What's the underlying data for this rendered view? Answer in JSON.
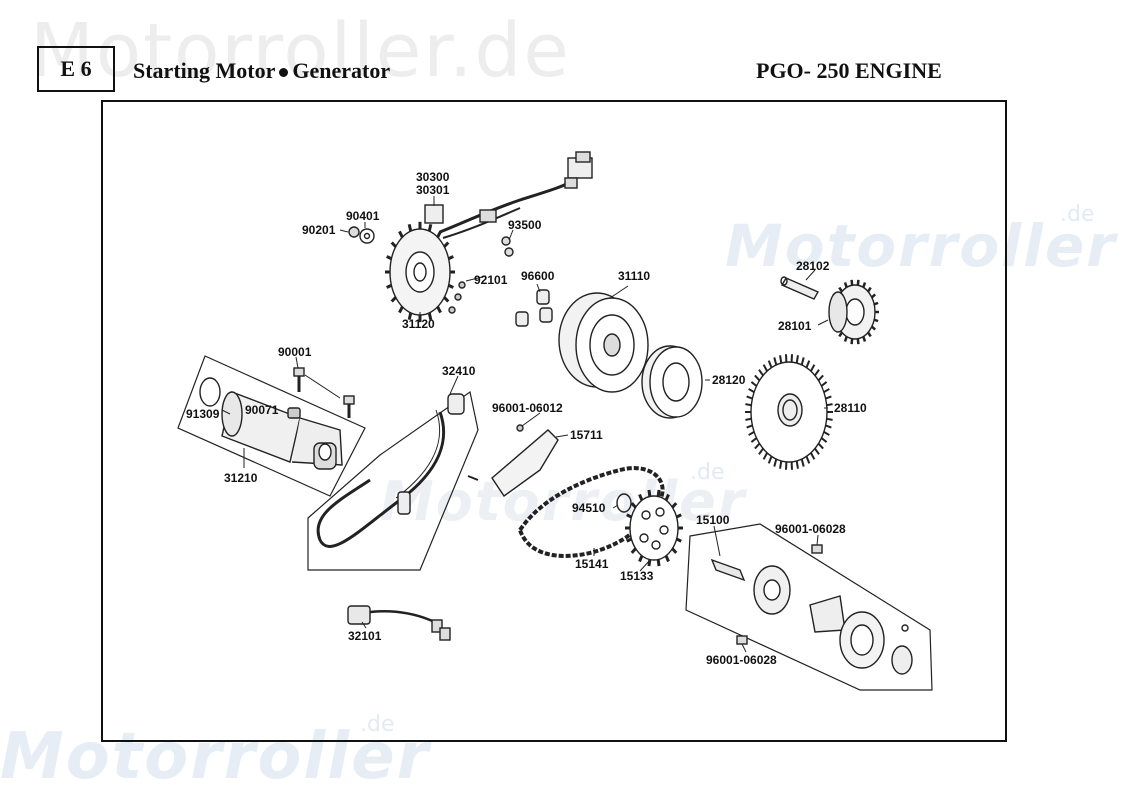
{
  "header": {
    "section_code": "E 6",
    "title_part1": "Starting Motor",
    "title_part2": "Generator",
    "engine": "PGO- 250 ENGINE"
  },
  "watermark": {
    "text": "Motorroller",
    "top_text": "Motorroller.de",
    "suffix": ".de"
  },
  "colors": {
    "frame": "#111111",
    "watermark": "#e6edf5"
  },
  "parts": [
    "30300",
    "30301",
    "90401",
    "90201",
    "93500",
    "92101",
    "96600",
    "31110",
    "31120",
    "28102",
    "28101",
    "90001",
    "32410",
    "96001-06012",
    "15711",
    "28120",
    "28110",
    "91309",
    "90071",
    "31210",
    "94510",
    "15100",
    "96001-06028",
    "15141",
    "15133",
    "32101",
    "96001-06028"
  ]
}
